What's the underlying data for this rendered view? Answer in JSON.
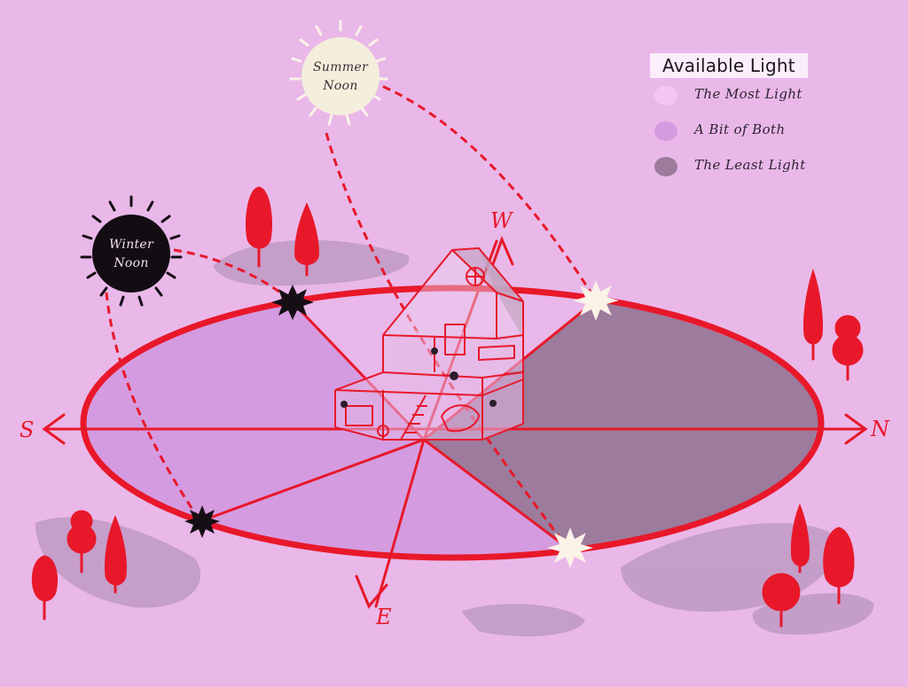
{
  "legend": {
    "title": "Available Light",
    "items": [
      {
        "label": "The Most Light",
        "color": "#f2c6f0"
      },
      {
        "label": "A Bit of Both",
        "color": "#d59be0"
      },
      {
        "label": "The Least Light",
        "color": "#9c7b9c"
      }
    ]
  },
  "suns": {
    "summer": {
      "label_line1": "Summer",
      "label_line2": "Noon"
    },
    "winter": {
      "label_line1": "Winter",
      "label_line2": "Noon"
    }
  },
  "compass": {
    "north": "N",
    "south": "S",
    "east": "E",
    "west": "W"
  },
  "colors": {
    "background": "#e9b8e9",
    "accent_red": "#e8182a",
    "most_light": "#f2c6f0",
    "bit_of_both": "#d59be0",
    "least_light": "#9c7b9c"
  }
}
